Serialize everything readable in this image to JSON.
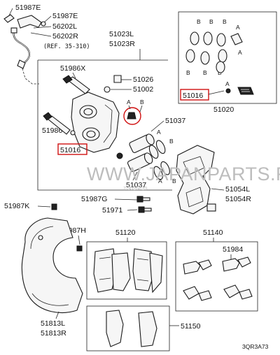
{
  "labels": {
    "p51987E_a": "51987E",
    "p51987E_b": "51987E",
    "p56202L": "56202L",
    "p56202R": "56202R",
    "ref": "(REF. 35-310)",
    "p51023L": "51023L",
    "p51023R": "51023R",
    "p51986X": "51986X",
    "p51026": "51026",
    "p51002": "51002",
    "p51037a": "51037",
    "p51037b": "51037",
    "p51986Y": "51986Y",
    "p51016_main": "51016",
    "p51016_kit": "51016",
    "p51020": "51020",
    "p51054L": "51054L",
    "p51054R": "51054R",
    "p51987G": "51987G",
    "p51971": "51971",
    "p51987K": "51987K",
    "p51987H": "51987H",
    "p51120": "51120",
    "p51140": "51140",
    "p51984": "51984",
    "p51813L": "51813L",
    "p51813R": "51813R",
    "p51150": "51150",
    "code": "3QR3A73"
  },
  "letters": {
    "A": "A",
    "B": "B"
  },
  "watermark": {
    "main": "WWW.JAPANPARTS.RU",
    "sub": "7-3026P10"
  },
  "colors": {
    "highlight": "#d01010",
    "line": "#222222",
    "watermark": "#bdbdbd"
  }
}
